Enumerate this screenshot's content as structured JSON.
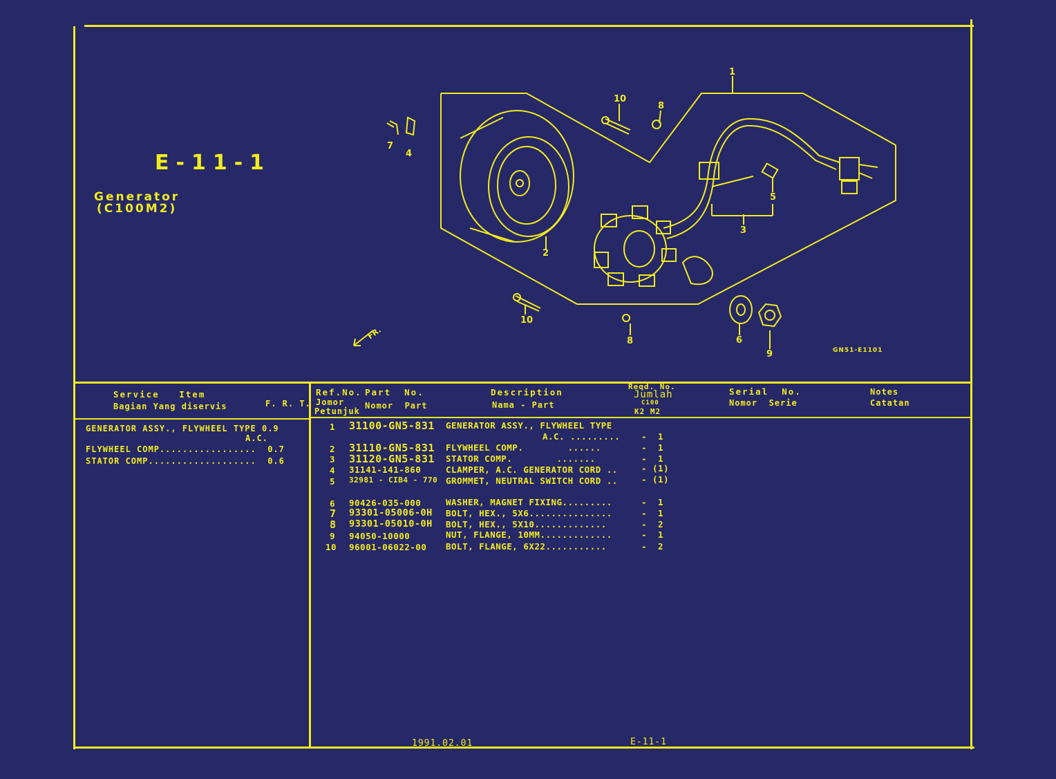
{
  "page": {
    "code": "E-11-1",
    "title": "Generator",
    "model": "(C100M2)",
    "diagram_code": "GN51-E1101",
    "direction_label": "FR.",
    "date": "1991.02.01",
    "page_number": "E-11-1"
  },
  "callouts": [
    "1",
    "2",
    "3",
    "4",
    "5",
    "6",
    "7",
    "8",
    "8",
    "9",
    "10",
    "10"
  ],
  "service_header": {
    "item_en": "Service   Item",
    "item_id": "Bagian Yang diservis",
    "frt": "F. R. T."
  },
  "service_rows": [
    {
      "line1": "GENERATOR ASSY., FLYWHEEL TYPE 0.9",
      "line2": "A.C."
    },
    {
      "line1": "FLYWHEEL COMP.................  0.7",
      "line2": ""
    },
    {
      "line1": "STATOR COMP...................  0.6",
      "line2": ""
    }
  ],
  "parts_header": {
    "ref_en": "Ref.No.",
    "ref_id1": "Jomor",
    "ref_id2": "Petunjuk",
    "part_en": "Part  No.",
    "part_id": "Nomor  Part",
    "desc_en": "Description",
    "desc_id": "Nama - Part",
    "reqd_en": "Reqd. No.",
    "reqd_id": "Jumlah",
    "reqd_model1": "C100",
    "reqd_model2": "K2 M2",
    "serial_en": "Serial  No.",
    "serial_id": "Nomor  Serie",
    "notes_en": "Notes",
    "notes_id": "Catatan"
  },
  "parts_rows": [
    {
      "ref": "1",
      "part": "31100-GN5-831",
      "desc": "GENERATOR ASSY., FLYWHEEL TYPE",
      "desc2": "A.C. .........",
      "k2": "-",
      "m2": "1"
    },
    {
      "ref": "2",
      "part": "31110-GN5-831",
      "desc": "FLYWHEEL COMP.        ......",
      "desc2": "",
      "k2": "-",
      "m2": "1"
    },
    {
      "ref": "3",
      "part": "31120-GN5-831",
      "desc": "STATOR COMP.        .......",
      "desc2": "",
      "k2": "-",
      "m2": "1"
    },
    {
      "ref": "4",
      "part": "31141-141-860",
      "desc": "CLAMPER, A.C. GENERATOR CORD ..",
      "desc2": "",
      "k2": "-",
      "m2": "(1)"
    },
    {
      "ref": "5",
      "part": "32981 - CIB4 - 770",
      "desc": "GROMMET, NEUTRAL SWITCH CORD ..",
      "desc2": "",
      "k2": "-",
      "m2": "(1)"
    },
    {
      "ref": "6",
      "part": "90426-035-000",
      "desc": "WASHER, MAGNET FIXING.........",
      "desc2": "",
      "k2": "-",
      "m2": "1"
    },
    {
      "ref": "7",
      "part": "93301-05006-0H",
      "desc": "BOLT, HEX., 5X6...............",
      "desc2": "",
      "k2": "-",
      "m2": "1"
    },
    {
      "ref": "8",
      "part": "93301-05010-0H",
      "desc": "BOLT, HEX., 5X10.............",
      "desc2": "",
      "k2": "-",
      "m2": "2"
    },
    {
      "ref": "9",
      "part": "94050-10000",
      "desc": "NUT, FLANGE, 10MM.............",
      "desc2": "",
      "k2": "-",
      "m2": "1"
    },
    {
      "ref": "10",
      "part": "96001-06022-00",
      "desc": "BOLT, FLANGE, 6X22...........",
      "desc2": "",
      "k2": "-",
      "m2": "2"
    }
  ],
  "colors": {
    "background": "#262868",
    "ink": "#f2ec1c"
  }
}
